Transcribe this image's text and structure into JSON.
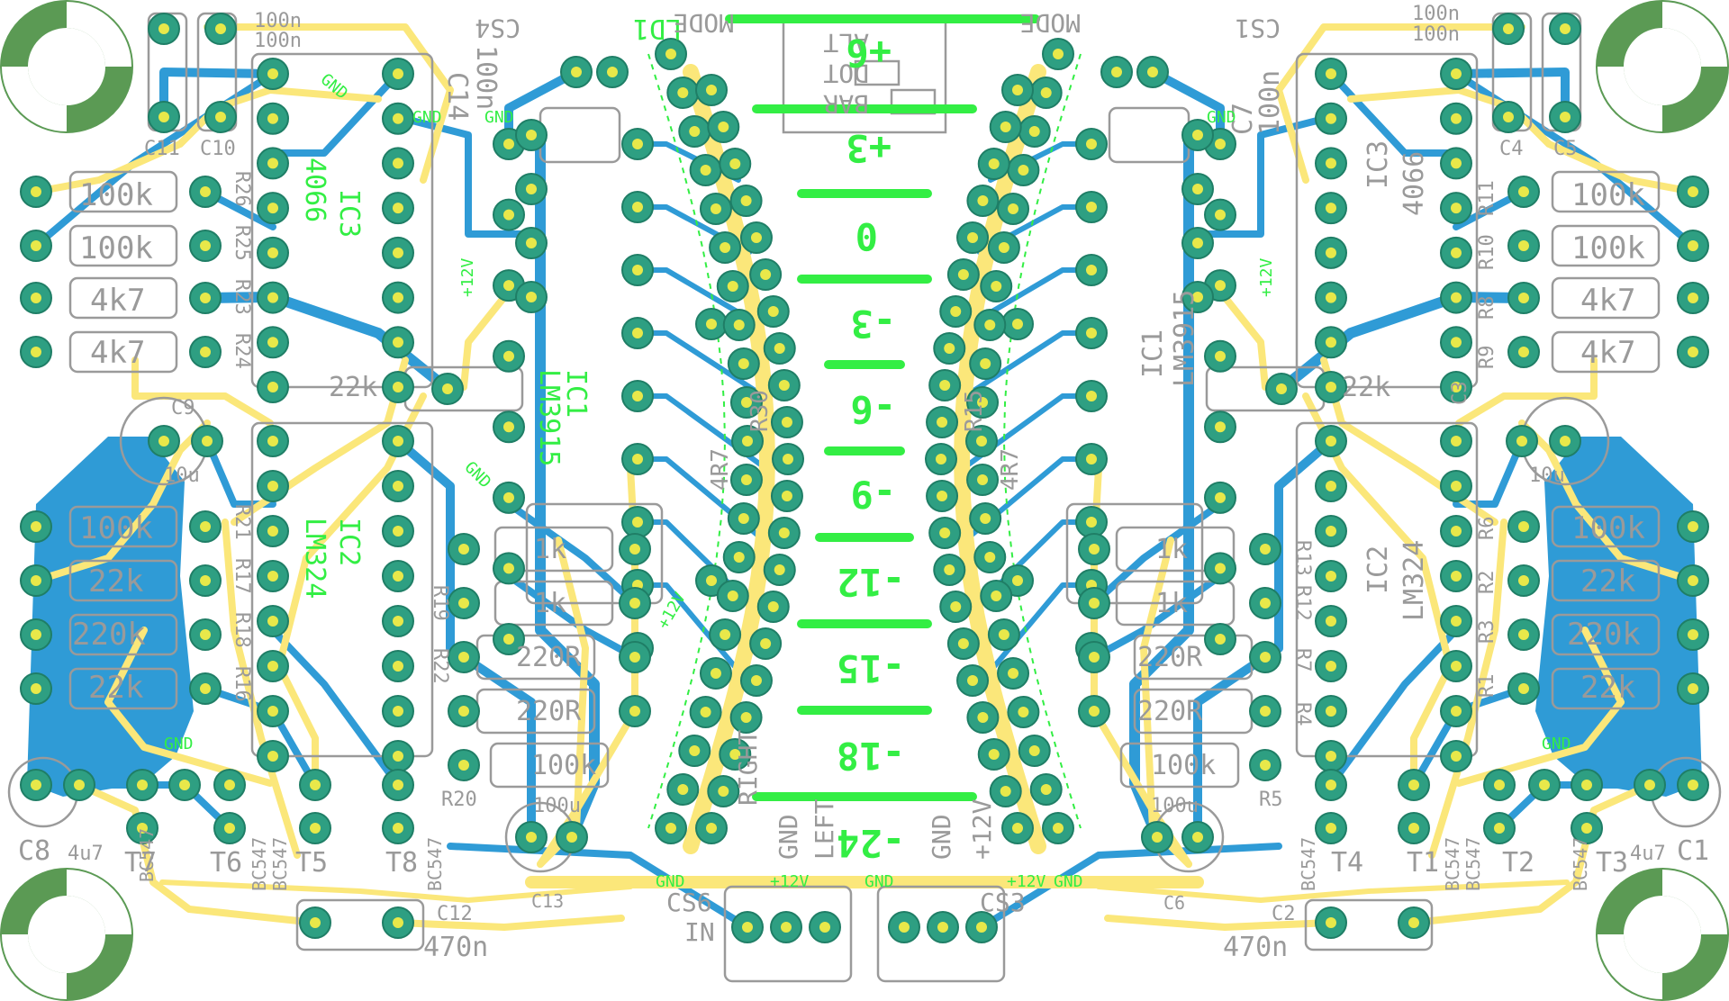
{
  "colors": {
    "background": "#ffffff",
    "copper_trace": "#2f9bd6",
    "jumper_trace": "#fbe77a",
    "pad": "#2e9f82",
    "pad_hole": "#e8e84a",
    "silkscreen": "#9a9a9a",
    "led_marking": "#33ee44",
    "mount_hole": "#5b9a54"
  },
  "connectors": [
    {
      "id": "cs4",
      "label": "CS4"
    },
    {
      "id": "cs1",
      "label": "CS1"
    },
    {
      "id": "cs6",
      "label": "CS6"
    },
    {
      "id": "cs3",
      "label": "CS3"
    },
    {
      "id": "ld1",
      "label": "LD1"
    }
  ],
  "mode_labels": [
    "MODE",
    "MODE"
  ],
  "mode_options": [
    "ALT",
    "DOT",
    "BAR"
  ],
  "db_scale": [
    "+6",
    "+3",
    "0",
    "-3",
    "-6",
    "-9",
    "-12",
    "-15",
    "-18",
    "-24"
  ],
  "bottom_pins": {
    "cs6": [
      "RIGHT",
      "GND",
      "LEFT"
    ],
    "cs3": [
      "GND",
      "+12V"
    ]
  },
  "net_labels": [
    "GND",
    "GND",
    "GND",
    "GND",
    "+12V",
    "+12V",
    "GND",
    "+12V",
    "GND",
    "GND"
  ],
  "bottom_net_labels": [
    "GND",
    "+12V",
    "GND",
    "+12V",
    "GND"
  ],
  "in_label": "IN",
  "ic_labels_left": [
    "IC3",
    "4066",
    "IC2",
    "LM324",
    "IC1",
    "LM3915"
  ],
  "ic_labels_right": [
    "IC3",
    "4066",
    "IC2",
    "LM324",
    "IC1",
    "LM3915"
  ],
  "left_resistors": [
    {
      "value": "100k",
      "ref": "R26"
    },
    {
      "value": "100k",
      "ref": "R25"
    },
    {
      "value": "4k7",
      "ref": "R23"
    },
    {
      "value": "4k7",
      "ref": "R24"
    },
    {
      "value": "100k",
      "ref": "R21"
    },
    {
      "value": "22k",
      "ref": "R17"
    },
    {
      "value": "220k",
      "ref": "R18"
    },
    {
      "value": "22k",
      "ref": "R16"
    }
  ],
  "right_resistors": [
    {
      "value": "100k",
      "ref": "R11"
    },
    {
      "value": "100k",
      "ref": "R10"
    },
    {
      "value": "4k7",
      "ref": "R8"
    },
    {
      "value": "4k7",
      "ref": "R9"
    },
    {
      "value": "100k",
      "ref": "R6"
    },
    {
      "value": "22k",
      "ref": "R2"
    },
    {
      "value": "220k",
      "ref": "R3"
    },
    {
      "value": "22k",
      "ref": "R1"
    }
  ],
  "mid_resistors_left": [
    "22k",
    "1k",
    "1k",
    "220R",
    "220R",
    "100k"
  ],
  "mid_resistors_right": [
    "22k",
    "1k",
    "1k",
    "220R",
    "220R",
    "100k"
  ],
  "capacitors_left": [
    {
      "ref": "C11",
      "value": "100n"
    },
    {
      "ref": "C10",
      "value": "100n"
    },
    {
      "ref": "C14",
      "value": "100n"
    },
    {
      "ref": "C9",
      "value": "10u"
    },
    {
      "ref": "C8",
      "value": "4u7"
    },
    {
      "ref": "C13",
      "value": "100u"
    },
    {
      "ref": "C12",
      "value": "470n"
    }
  ],
  "capacitors_right": [
    {
      "ref": "C4",
      "value": "100n"
    },
    {
      "ref": "C5",
      "value": "100n"
    },
    {
      "ref": "C7",
      "value": "100n"
    },
    {
      "ref": "C3",
      "value": "10u"
    },
    {
      "ref": "C1",
      "value": "4u7"
    },
    {
      "ref": "C6",
      "value": "100u"
    },
    {
      "ref": "C2",
      "value": "470n"
    }
  ],
  "transistors_left": [
    "T7",
    "T6",
    "T5",
    "T8"
  ],
  "transistors_right": [
    "T4",
    "T1",
    "T2",
    "T3"
  ],
  "transistor_type": "BC547",
  "res_4r7": [
    "4R7",
    "4R7"
  ],
  "res_30_15": [
    "R30",
    "R15"
  ],
  "extra_refs": [
    "R19",
    "R22",
    "R20",
    "R12",
    "R5",
    "R4",
    "R7",
    "R13"
  ]
}
